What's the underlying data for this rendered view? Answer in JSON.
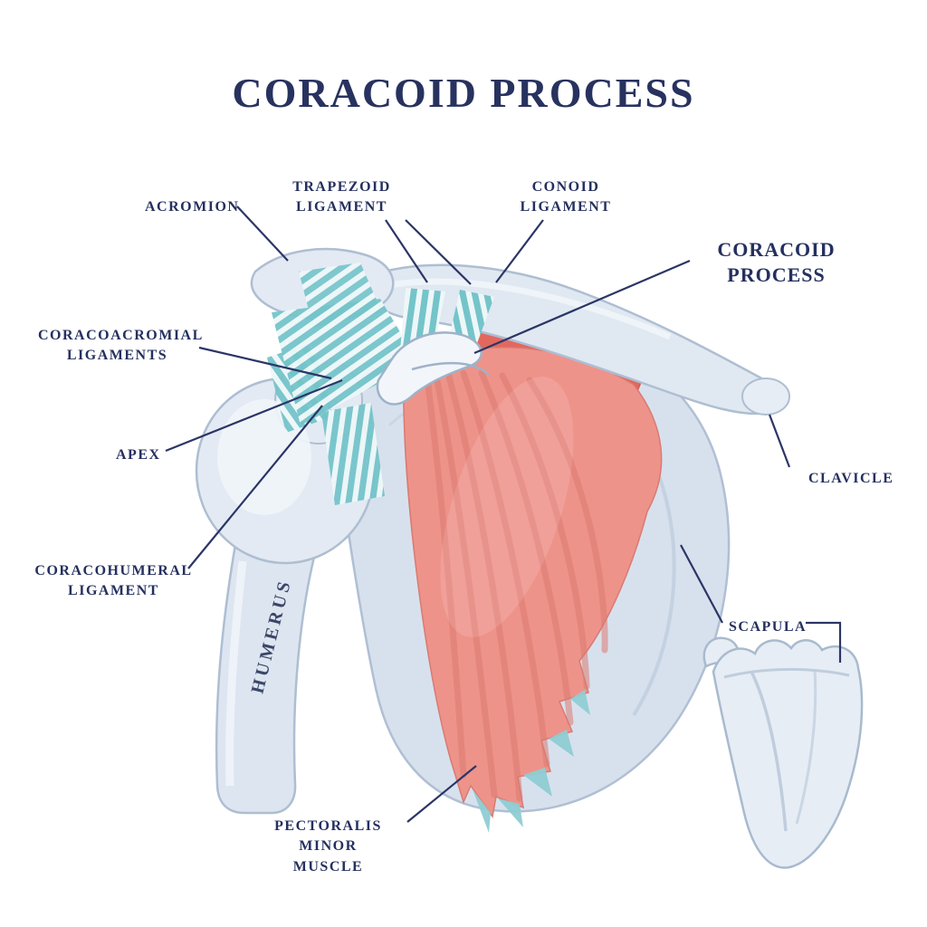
{
  "title": "CORACOID PROCESS",
  "labels": {
    "acromion": "ACROMION",
    "trapezoid_ligament": "TRAPEZOID\nLIGAMENT",
    "conoid_ligament": "CONOID\nLIGAMENT",
    "coracoid_process_callout": "CORACOID\nPROCESS",
    "coracoacromial_ligaments": "CORACOACROMIAL\nLIGAMENTS",
    "apex": "APEX",
    "clavicle": "CLAVICLE",
    "coracohumeral_ligament": "CORACOHUMERAL\nLIGAMENT",
    "humerus": "HUMERUS",
    "scapula": "SCAPULA",
    "pectoralis_minor_muscle": "PECTORALIS MINOR\nMUSCLE"
  },
  "colors": {
    "text": "#25305f",
    "bone_fill": "#e0e8f1",
    "bone_stroke": "#aebed2",
    "ligament_teal": "#74c4ca",
    "muscle_red": "#ee938a",
    "muscle_dark": "#d96b63",
    "leader_line": "#2b3566"
  }
}
